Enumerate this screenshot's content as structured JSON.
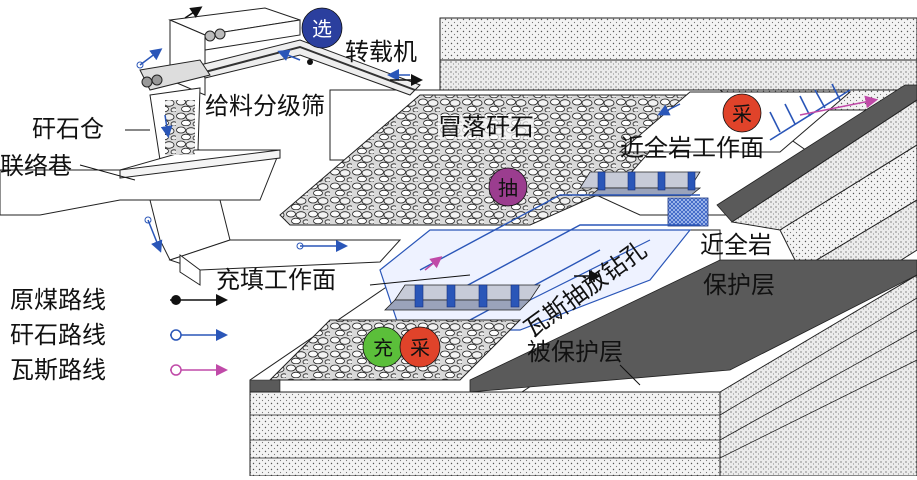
{
  "labels": {
    "select_badge": "选",
    "transfer_machine": "转载机",
    "gangue_bin": "矸石仓",
    "feed_screen": "给料分级筛",
    "connection_roadway": "联络巷",
    "caved_gangue": "冒落矸石",
    "mining_badge_top": "采",
    "near_rock_face": "近全岩工作面",
    "extract_badge": "抽",
    "near_rock_protect": [
      "近全岩",
      "保护层"
    ],
    "filling_face": "充填工作面",
    "gas_borehole": "瓦斯抽放钻孔",
    "fill_badge": "充",
    "mining_badge_bottom": "采",
    "protected_layer": "被保护层"
  },
  "legend": [
    {
      "label": "原煤路线",
      "marker": "filled-dot",
      "color": "#111111"
    },
    {
      "label": "矸石路线",
      "marker": "open-circle-arrow",
      "color": "#2a56b8"
    },
    {
      "label": "瓦斯路线",
      "marker": "open-circle-arrow",
      "color": "#c04aa8"
    }
  ],
  "colors": {
    "select_badge": "#2b3f9e",
    "mining_badge": "#e0432a",
    "extract_badge": "#9b3d8f",
    "fill_badge": "#5bbf3a",
    "coal_seam": "#5a5a5a",
    "support_blue": "#2a56b8",
    "gas_pink": "#c04aa8"
  }
}
